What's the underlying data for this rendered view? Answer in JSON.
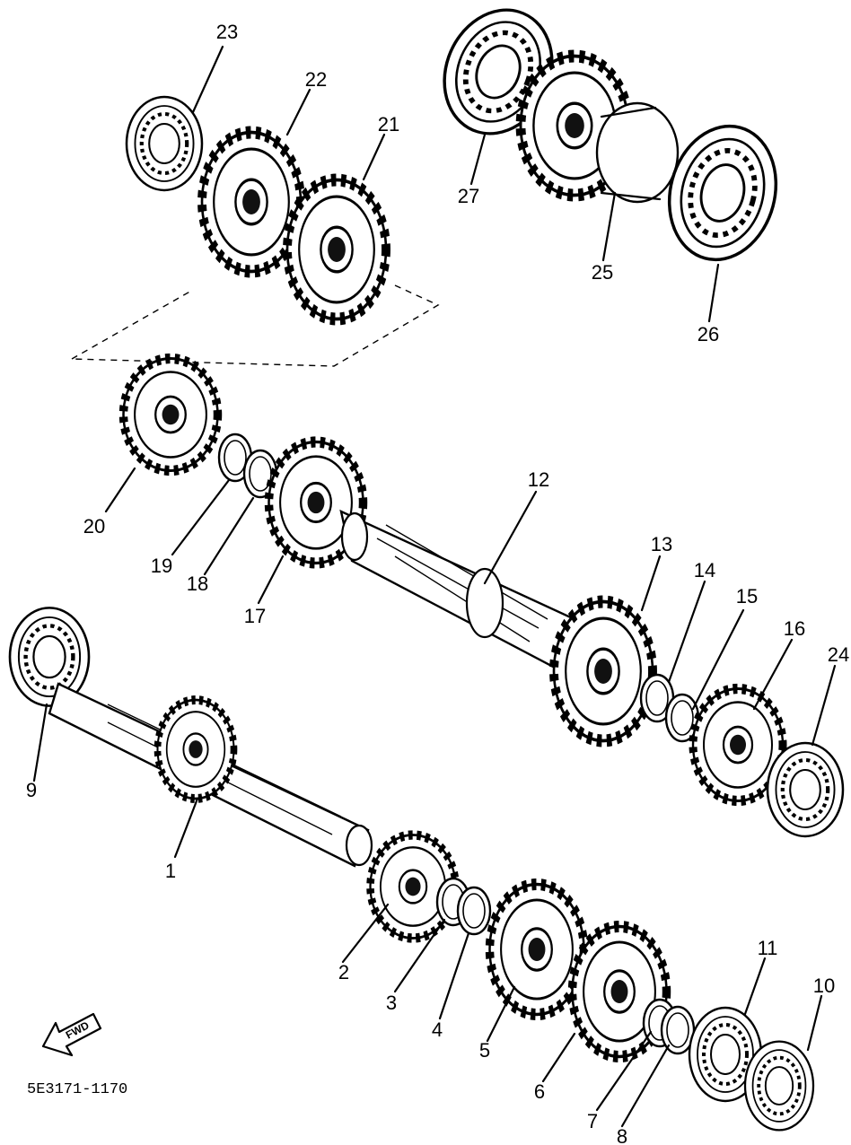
{
  "diagram_code": "5E3171-1170",
  "direction_marker": "FWD",
  "callouts": [
    "1",
    "2",
    "3",
    "4",
    "5",
    "6",
    "7",
    "8",
    "9",
    "10",
    "11",
    "12",
    "13",
    "14",
    "15",
    "16",
    "17",
    "18",
    "19",
    "20",
    "21",
    "22",
    "23",
    "24",
    "25",
    "26",
    "27"
  ]
}
